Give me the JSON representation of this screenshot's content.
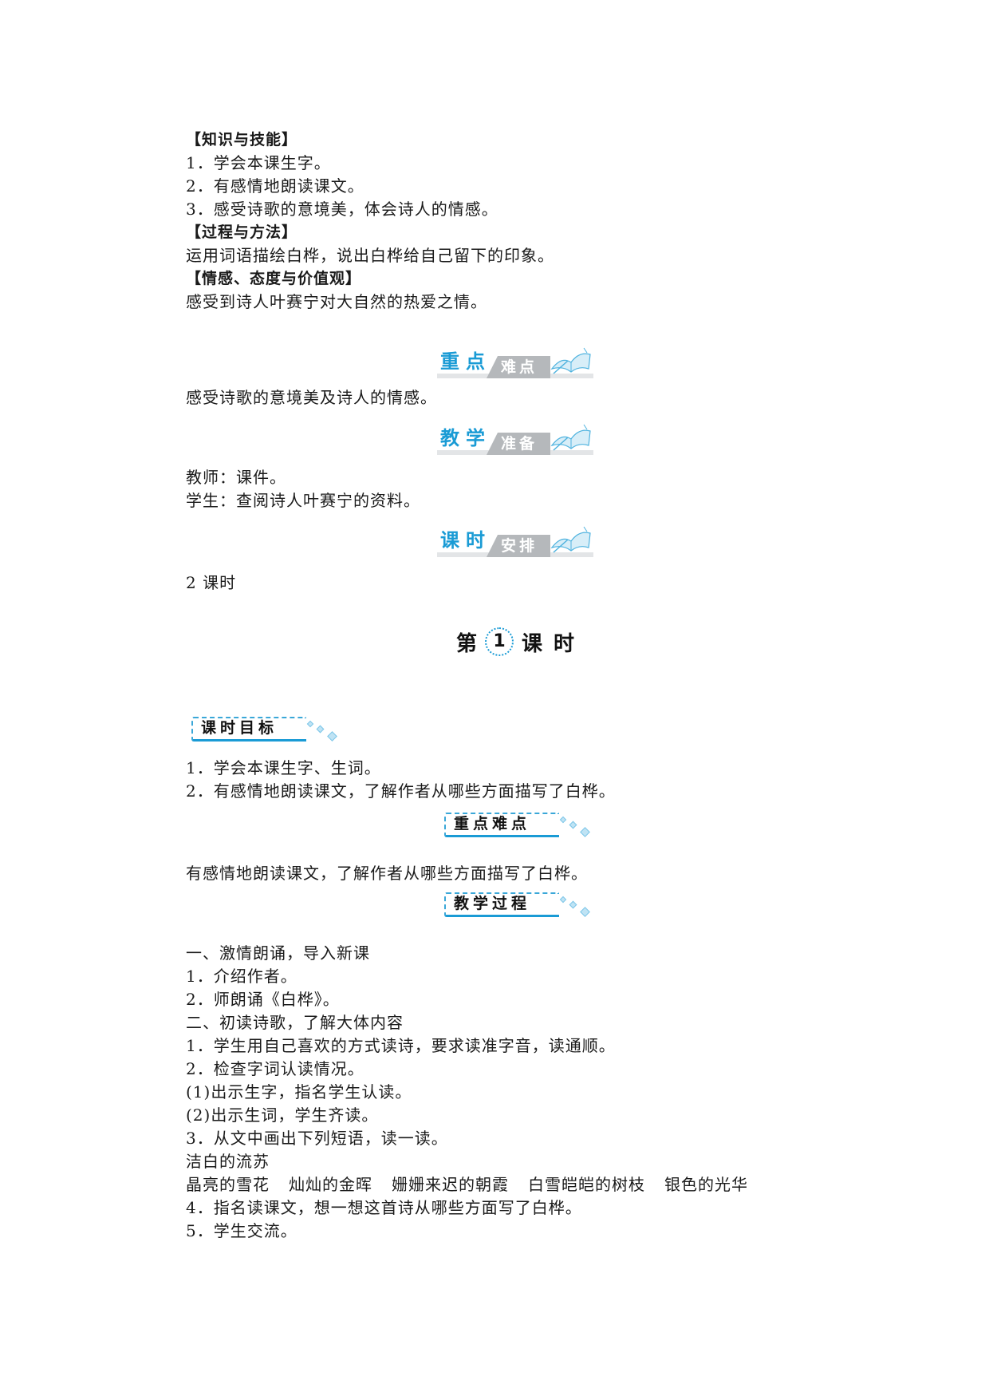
{
  "objectives": {
    "knowledge_heading": "【知识与技能】",
    "knowledge_items": [
      "1．学会本课生字。",
      "2．有感情地朗读课文。",
      "3．感受诗歌的意境美，体会诗人的情感。"
    ],
    "process_heading": "【过程与方法】",
    "process_text": "运用词语描绘白桦，说出白桦给自己留下的印象。",
    "emotion_heading": "【情感、态度与价值观】",
    "emotion_text": "感受到诗人叶赛宁对大自然的热爱之情。"
  },
  "banners": [
    {
      "blue": "重点",
      "grey": "难点",
      "icon": "open-book-icon"
    },
    {
      "blue": "教学",
      "grey": "准备",
      "icon": "open-book-icon"
    },
    {
      "blue": "课时",
      "grey": "安排",
      "icon": "open-book-icon"
    }
  ],
  "key_points_text": "感受诗歌的意境美及诗人的情感。",
  "preparation": {
    "teacher": "教师：课件。",
    "student": "学生：查阅诗人叶赛宁的资料。"
  },
  "schedule_text": "2 课时",
  "lesson": {
    "title_prefix": "第",
    "number": "1",
    "title_suffix": "课",
    "title_suffix2": "时"
  },
  "lesson_sections": {
    "goals_heading": "课时目标",
    "goals": [
      "1．学会本课生字、生词。",
      "2．有感情地朗读课文，了解作者从哪些方面描写了白桦。"
    ],
    "key_heading": "重点难点",
    "key_text": "有感情地朗读课文，了解作者从哪些方面描写了白桦。",
    "process_heading": "教学过程",
    "process_lines": [
      "一、激情朗诵，导入新课",
      "1．介绍作者。",
      "2．师朗诵《白桦》。",
      "二、初读诗歌，了解大体内容",
      "1．学生用自己喜欢的方式读诗，要求读准字音，读通顺。",
      "2．检查字词认读情况。",
      "(1)出示生字，指名学生认读。",
      "(2)出示生词，学生齐读。",
      "3．从文中画出下列短语，读一读。",
      "洁白的流苏"
    ],
    "phrases": [
      "晶亮的雪花",
      "灿灿的金晖",
      "姗姗来迟的朝霞",
      "白雪皑皑的树枝",
      "银色的光华"
    ],
    "after_lines": [
      "4．指名读课文，想一想这首诗从哪些方面写了白桦。",
      "5．学生交流。"
    ]
  },
  "colors": {
    "accent_blue": "#1a9bd5",
    "tab_grey": "#b5b8bb",
    "base_grey": "#e3e5e7"
  }
}
